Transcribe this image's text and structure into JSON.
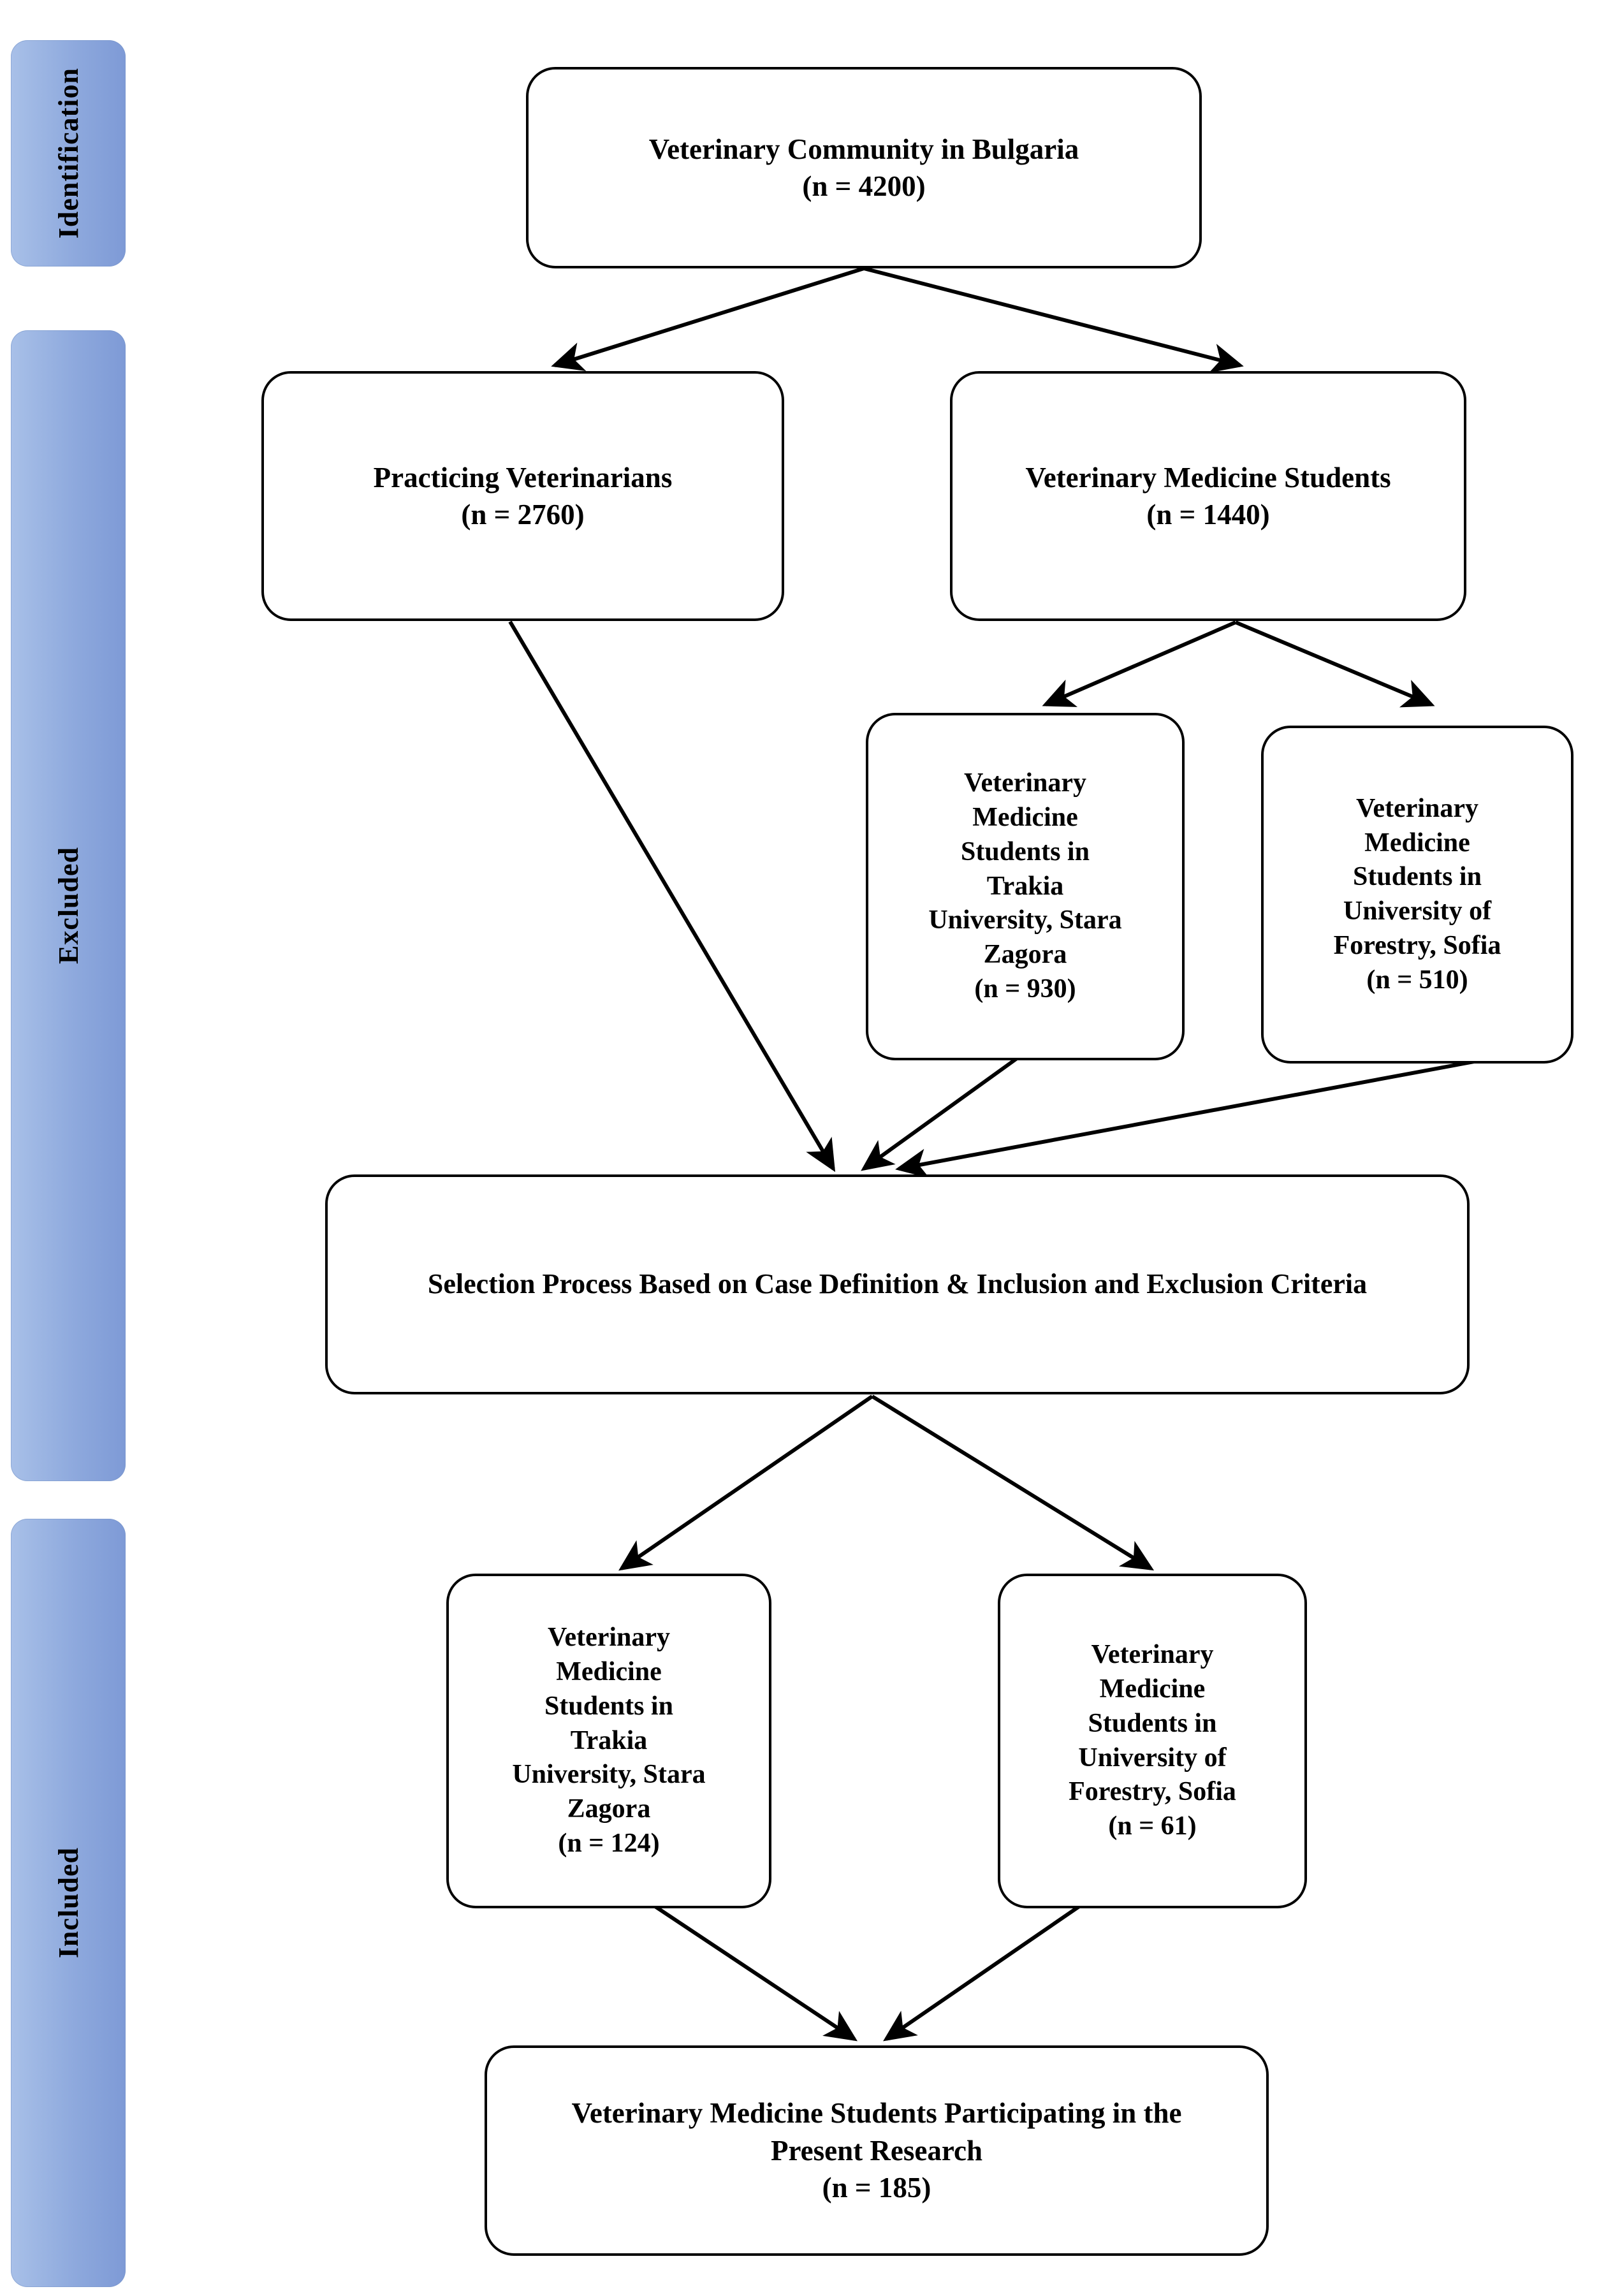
{
  "diagram": {
    "title": "Study participant selection flow diagram",
    "accent_color": "#8ea9dd",
    "line_color": "#000000",
    "stages": [
      {
        "id": "identification",
        "label": "Identification"
      },
      {
        "id": "excluded",
        "label": "Excluded"
      },
      {
        "id": "included",
        "label": "Included"
      }
    ],
    "nodes": [
      {
        "id": "veterinary-community",
        "text": "Veterinary Community in Bulgaria\n(n = 4200)",
        "n_label": "n = 4200",
        "n_value": 4200
      },
      {
        "id": "practicing-veterinarians",
        "text": "Practicing Veterinarians\n(n = 2760)",
        "n_label": "n = 2760",
        "n_value": 2760
      },
      {
        "id": "veterinary-medicine-students",
        "text": "Veterinary Medicine Students\n(n = 1440)",
        "n_label": "n = 1440",
        "n_value": 1440
      },
      {
        "id": "trakia-excluded",
        "text": "Veterinary\nMedicine\nStudents in\nTrakia\nUniversity, Stara\nZagora\n(n = 930)",
        "n_label": "n = 930",
        "n_value": 930
      },
      {
        "id": "forestry-excluded",
        "text": "Veterinary\nMedicine\nStudents in\nUniversity of\nForestry, Sofia\n(n = 510)",
        "n_label": "n = 510",
        "n_value": 510
      },
      {
        "id": "selection-process",
        "text": "Selection Process Based on Case Definition & Inclusion and Exclusion Criteria",
        "n_label": "",
        "n_value": null
      },
      {
        "id": "trakia-included",
        "text": "Veterinary\nMedicine\nStudents in\nTrakia\nUniversity, Stara\nZagora\n(n = 124)",
        "n_label": "n = 124",
        "n_value": 124
      },
      {
        "id": "forestry-included",
        "text": "Veterinary\nMedicine\nStudents in\nUniversity of\nForestry, Sofia\n(n = 61)",
        "n_label": "n = 61",
        "n_value": 61
      },
      {
        "id": "participants",
        "text": "Veterinary Medicine Students Participating in the Present Research\n(n = 185)",
        "n_label": "n = 185",
        "n_value": 185
      }
    ],
    "edges": [
      {
        "id": "community-to-practicing",
        "from": "veterinary-community",
        "to": "practicing-veterinarians"
      },
      {
        "id": "community-to-students",
        "from": "veterinary-community",
        "to": "veterinary-medicine-students"
      },
      {
        "id": "students-to-trakia",
        "from": "veterinary-medicine-students",
        "to": "trakia-excluded"
      },
      {
        "id": "students-to-forestry",
        "from": "veterinary-medicine-students",
        "to": "forestry-excluded"
      },
      {
        "id": "practicing-to-selection",
        "from": "practicing-veterinarians",
        "to": "selection-process"
      },
      {
        "id": "trakia-to-selection",
        "from": "trakia-excluded",
        "to": "selection-process"
      },
      {
        "id": "forestry-to-selection",
        "from": "forestry-excluded",
        "to": "selection-process"
      },
      {
        "id": "selection-to-trakia-included",
        "from": "selection-process",
        "to": "trakia-included"
      },
      {
        "id": "selection-to-forestry-included",
        "from": "selection-process",
        "to": "forestry-included"
      },
      {
        "id": "trakia-included-to-participants",
        "from": "trakia-included",
        "to": "participants"
      },
      {
        "id": "forestry-included-to-participants",
        "from": "forestry-included",
        "to": "participants"
      }
    ]
  }
}
